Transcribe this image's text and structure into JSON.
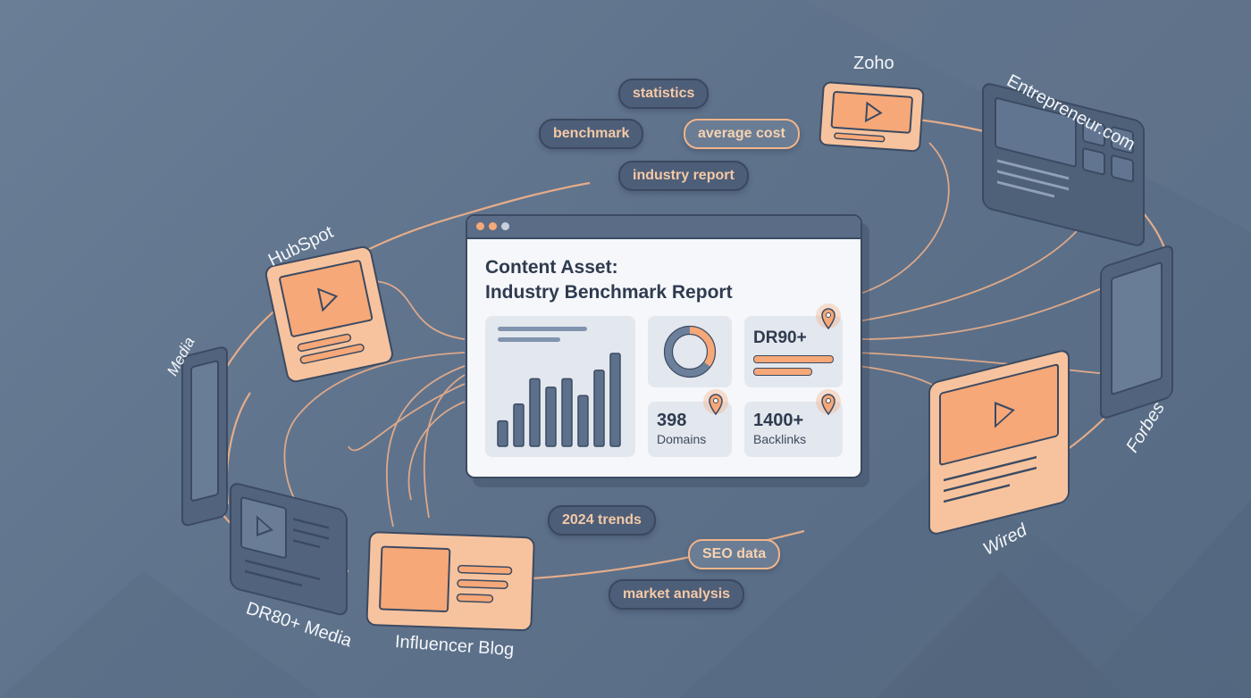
{
  "window": {
    "title_line1": "Content Asset:",
    "title_line2": "Industry Benchmark Report",
    "metrics": {
      "dr": "DR90+",
      "domains_value": "398",
      "domains_label": "Domains",
      "backlinks_value": "1400+",
      "backlinks_label": "Backlinks"
    },
    "bar_values": [
      3,
      5,
      8,
      7,
      8,
      6,
      9,
      11
    ],
    "donut_fill": 0.35
  },
  "tags": {
    "statistics": "statistics",
    "benchmark": "benchmark",
    "average_cost": "average cost",
    "industry_report": "industry report",
    "trends_2024": "2024 trends",
    "seo_data": "SEO data",
    "market_analysis": "market analysis"
  },
  "sites": {
    "zoho": "Zoho",
    "entrepreneur": "Entrepreneur.com",
    "hubspot": "HubSpot",
    "media": "Media",
    "forbes": "Forbes",
    "wired": "Wired",
    "dr80_media": "DR80+ Media",
    "influencer_blog": "Influencer Blog"
  },
  "colors": {
    "background": "#5f738b",
    "accent_orange": "#f6a878",
    "panel_dark": "#4d5e78",
    "window_bg": "#f5f7fa",
    "text_dark": "#2f3b4f"
  }
}
